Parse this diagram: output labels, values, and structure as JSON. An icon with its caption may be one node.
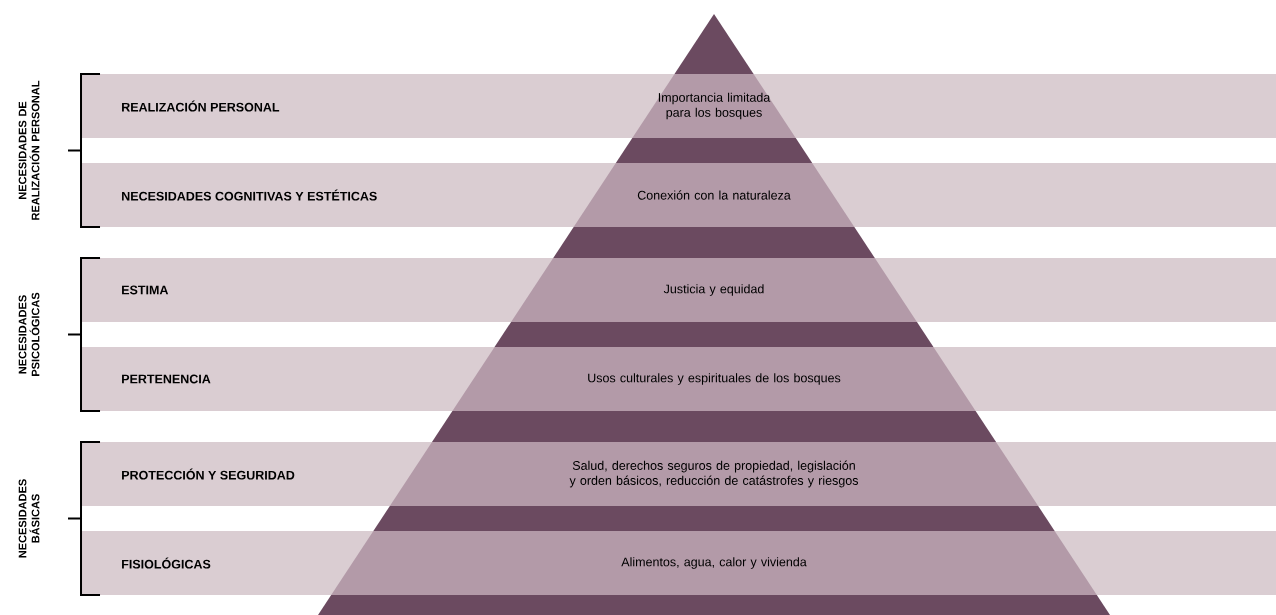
{
  "diagram": {
    "nodes": [
      {
        "text": [],
        "shape": "triangle"
      },
      {
        "text": [
          "REALIZACIÓN PERSONAL",
          "Importancia limitada para los bosques"
        ]
      },
      {
        "text": [
          "NECESIDADES COGNITIVAS Y ESTÉTICAS",
          "Conexión con la naturaleza"
        ]
      },
      {
        "text": [
          "ESTIMA",
          "Justicia y equidad"
        ]
      },
      {
        "text": [
          "PERTENENCIA",
          "Usos culturales y espirituales de los bosques"
        ]
      },
      {
        "text": [
          "PROTECCIÓN Y SEGURIDAD",
          "Salud, derechos seguros de propiedad, legislación y orden básicos, reducción de catástrofes y riesgos"
        ]
      },
      {
        "text": [
          "FISIOLÓGICAS",
          "Alimentos, agua, calor y vivienda"
        ]
      }
    ],
    "labels": [
      "NECESIDADES DE REALIZACIÓN PERSONAL",
      "NECESIDADES PSICOLÓGICAS",
      "NECESIDADES BÁSICAS"
    ]
  }
}
